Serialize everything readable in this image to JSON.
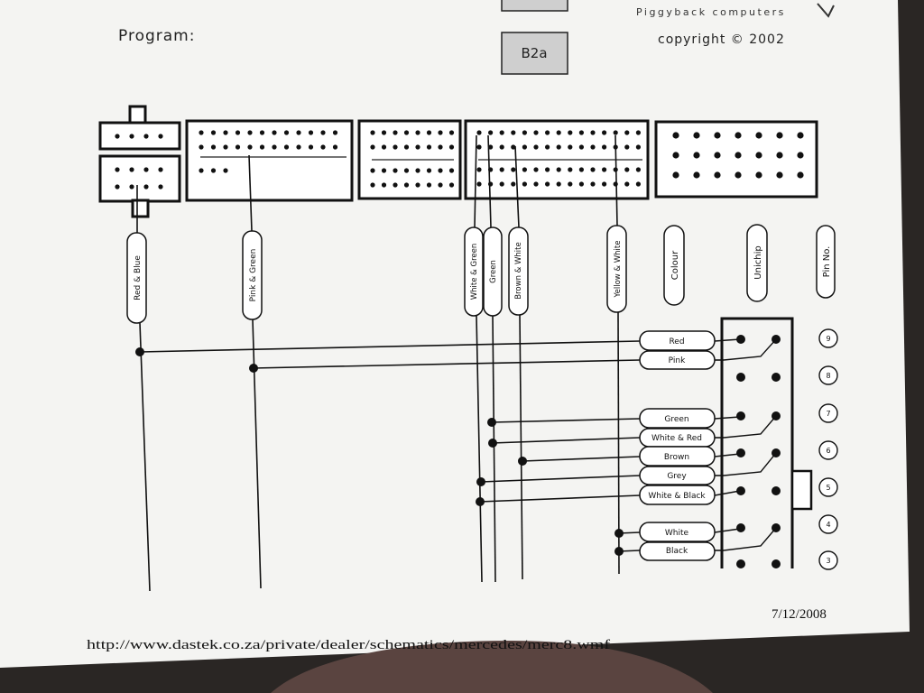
{
  "header": {
    "program_label": "Program:",
    "program_value": "B2a",
    "brand": "Piggyback computers",
    "copyright": "copyright © 2002"
  },
  "columns": {
    "colour": "Colour",
    "unichip": "Unichip",
    "pin_no": "Pin No."
  },
  "wire_labels": [
    "Red & Blue",
    "Pink & Green",
    "White & Green",
    "Green",
    "Brown & White",
    "Yellow & White"
  ],
  "connections": [
    {
      "colour": "Red",
      "pin": "9"
    },
    {
      "colour": "Pink",
      "pin": "8"
    },
    {
      "colour": "Green",
      "pin": "7"
    },
    {
      "colour": "White & Red",
      "pin": "6"
    },
    {
      "colour": "Brown",
      "pin": "5"
    },
    {
      "colour": "Grey",
      "pin": "4"
    },
    {
      "colour": "White & Black",
      "pin": "3"
    },
    {
      "colour": "White",
      "pin": ""
    },
    {
      "colour": "Black",
      "pin": ""
    }
  ],
  "footer": {
    "url": "http://www.dastek.co.za/private/dealer/schematics/mercedes/merc8.wmf",
    "date": "7/12/2008"
  }
}
